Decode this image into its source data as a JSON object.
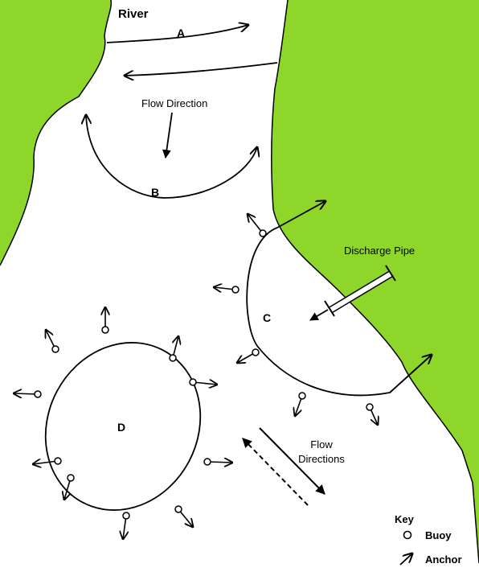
{
  "labels": {
    "river": "River",
    "a": "A",
    "b": "B",
    "c": "C",
    "d": "D",
    "flow_direction": "Flow Direction",
    "discharge_pipe": "Discharge Pipe",
    "flow_directions_line1": "Flow",
    "flow_directions_line2": "Directions"
  },
  "key": {
    "title": "Key",
    "buoy": "Buoy",
    "anchor": "Anchor"
  },
  "colors": {
    "land": "#8ed62a",
    "water": "#ffffff",
    "ink": "#000000"
  }
}
